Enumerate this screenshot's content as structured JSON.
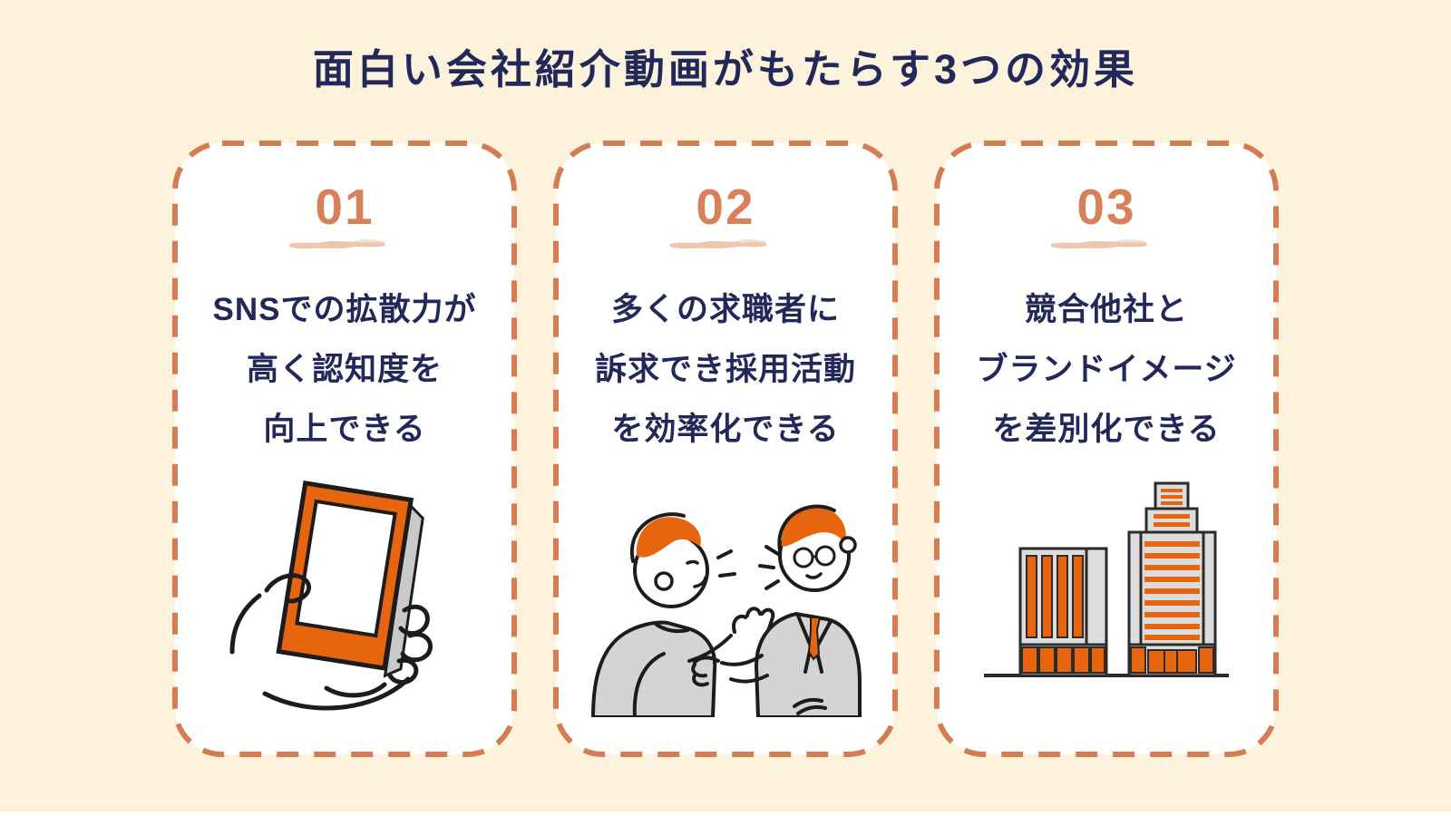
{
  "page": {
    "title": "面白い会社紹介動画がもたらす3つの効果"
  },
  "palette": {
    "background": "#fdf3dd",
    "card_background": "#ffffff",
    "dashed_border": "#d57d52",
    "number_orange": "#d8805a",
    "underline_peach": "#eec5ae",
    "text_navy": "#23285a",
    "illustration_orange": "#e8650f",
    "illustration_gray": "#d4d4d4",
    "outline_dark": "#1c1c1c"
  },
  "cards": [
    {
      "number": "01",
      "lines": [
        "SNSでの拡散力が",
        "高く認知度を",
        "向上できる"
      ],
      "illustration": "smartphone-in-hand"
    },
    {
      "number": "02",
      "lines": [
        "多くの求職者に",
        "訴求でき採用活動",
        "を効率化できる"
      ],
      "illustration": "two-people-talking"
    },
    {
      "number": "03",
      "lines": [
        "競合他社と",
        "ブランドイメージ",
        "を差別化できる"
      ],
      "illustration": "office-buildings"
    }
  ]
}
